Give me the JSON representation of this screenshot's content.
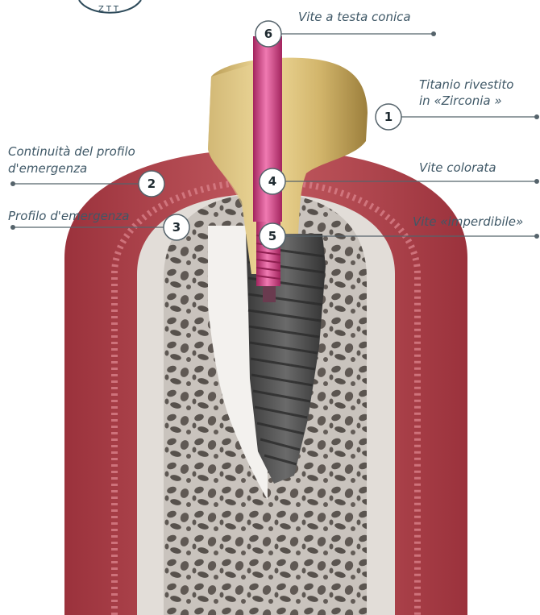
{
  "logo": {
    "text": "ZTT"
  },
  "labels": [
    {
      "num": "1",
      "text": [
        "Titanio rivestito",
        "in «Zirconia »"
      ]
    },
    {
      "num": "2",
      "text": [
        "Continuità del profilo",
        "d'emergenza"
      ]
    },
    {
      "num": "3",
      "text": [
        "Profilo d'emergenza"
      ]
    },
    {
      "num": "4",
      "text": [
        "Vite colorata"
      ]
    },
    {
      "num": "5",
      "text": [
        "Vite «imperdibile»"
      ]
    },
    {
      "num": "6",
      "text": [
        "Vite a testa conica"
      ]
    }
  ],
  "colors": {
    "gum": "#b3464e",
    "bone": "#c9c3bd",
    "gold": "#d8be79",
    "screw_pink": "#d9468e",
    "implant": "#545454",
    "text": "#3f5867"
  }
}
